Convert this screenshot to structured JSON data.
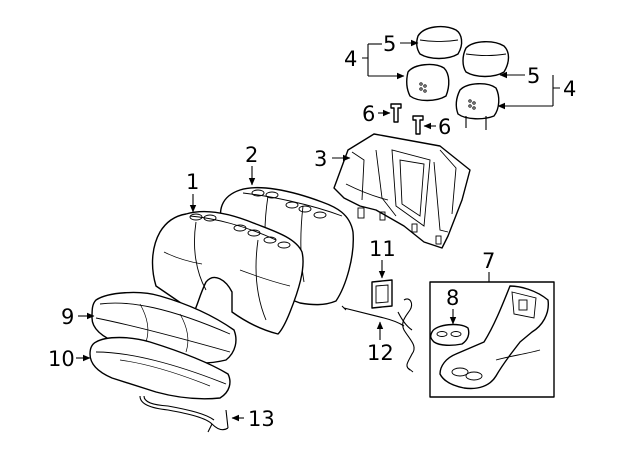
{
  "callouts": {
    "c1": "1",
    "c2": "2",
    "c3": "3",
    "c4_left": "4",
    "c4_right": "4",
    "c5_left": "5",
    "c5_right": "5",
    "c6_left": "6",
    "c6_right": "6",
    "c7": "7",
    "c8": "8",
    "c9": "9",
    "c10": "10",
    "c11": "11",
    "c12": "12",
    "c13": "13"
  }
}
